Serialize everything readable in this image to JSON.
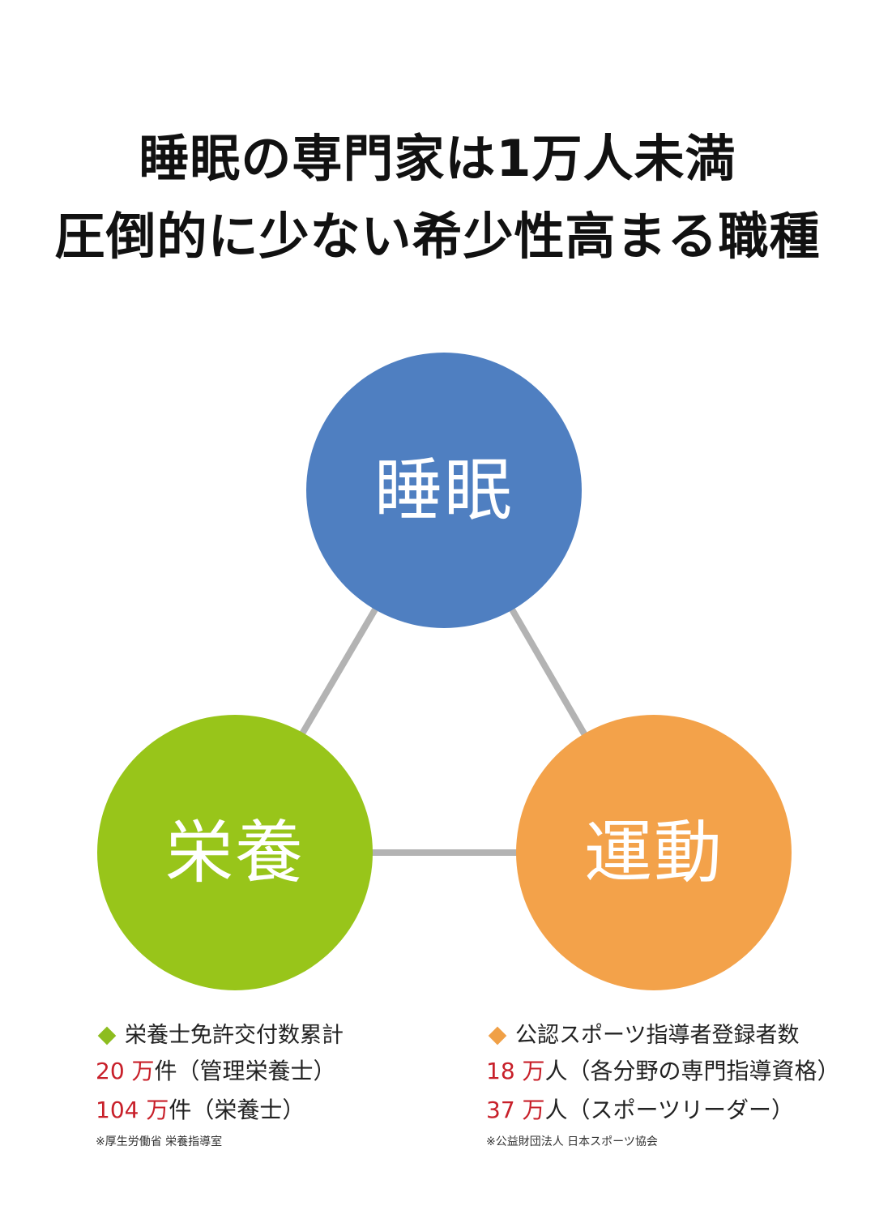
{
  "headline": {
    "line1": "睡眠の専門家は1万人未満",
    "line2": "圧倒的に少ない希少性高まる職種"
  },
  "diagram": {
    "nodes": [
      {
        "id": "sleep",
        "label": "睡眠",
        "color": "#4f7fc1"
      },
      {
        "id": "nutrition",
        "label": "栄養",
        "color": "#98c51a"
      },
      {
        "id": "exercise",
        "label": "運動",
        "color": "#f3a24a"
      }
    ],
    "connector_color": "#b3b3b3"
  },
  "nutrition_info": {
    "marker_color": "#8dbd1f",
    "heading": "栄養士免許交付数累計",
    "rows": [
      {
        "number": "20 万",
        "text": "件（管理栄養士）"
      },
      {
        "number": "104 万",
        "text": "件（栄養士）"
      }
    ],
    "source": "※厚生労働省 栄養指導室"
  },
  "exercise_info": {
    "marker_color": "#f0a046",
    "heading": "公認スポーツ指導者登録者数",
    "rows": [
      {
        "number": "18 万",
        "text": "人（各分野の専門指導資格）"
      },
      {
        "number": "37 万",
        "text": "人（スポーツリーダー）"
      }
    ],
    "source": "※公益財団法人 日本スポーツ協会"
  }
}
